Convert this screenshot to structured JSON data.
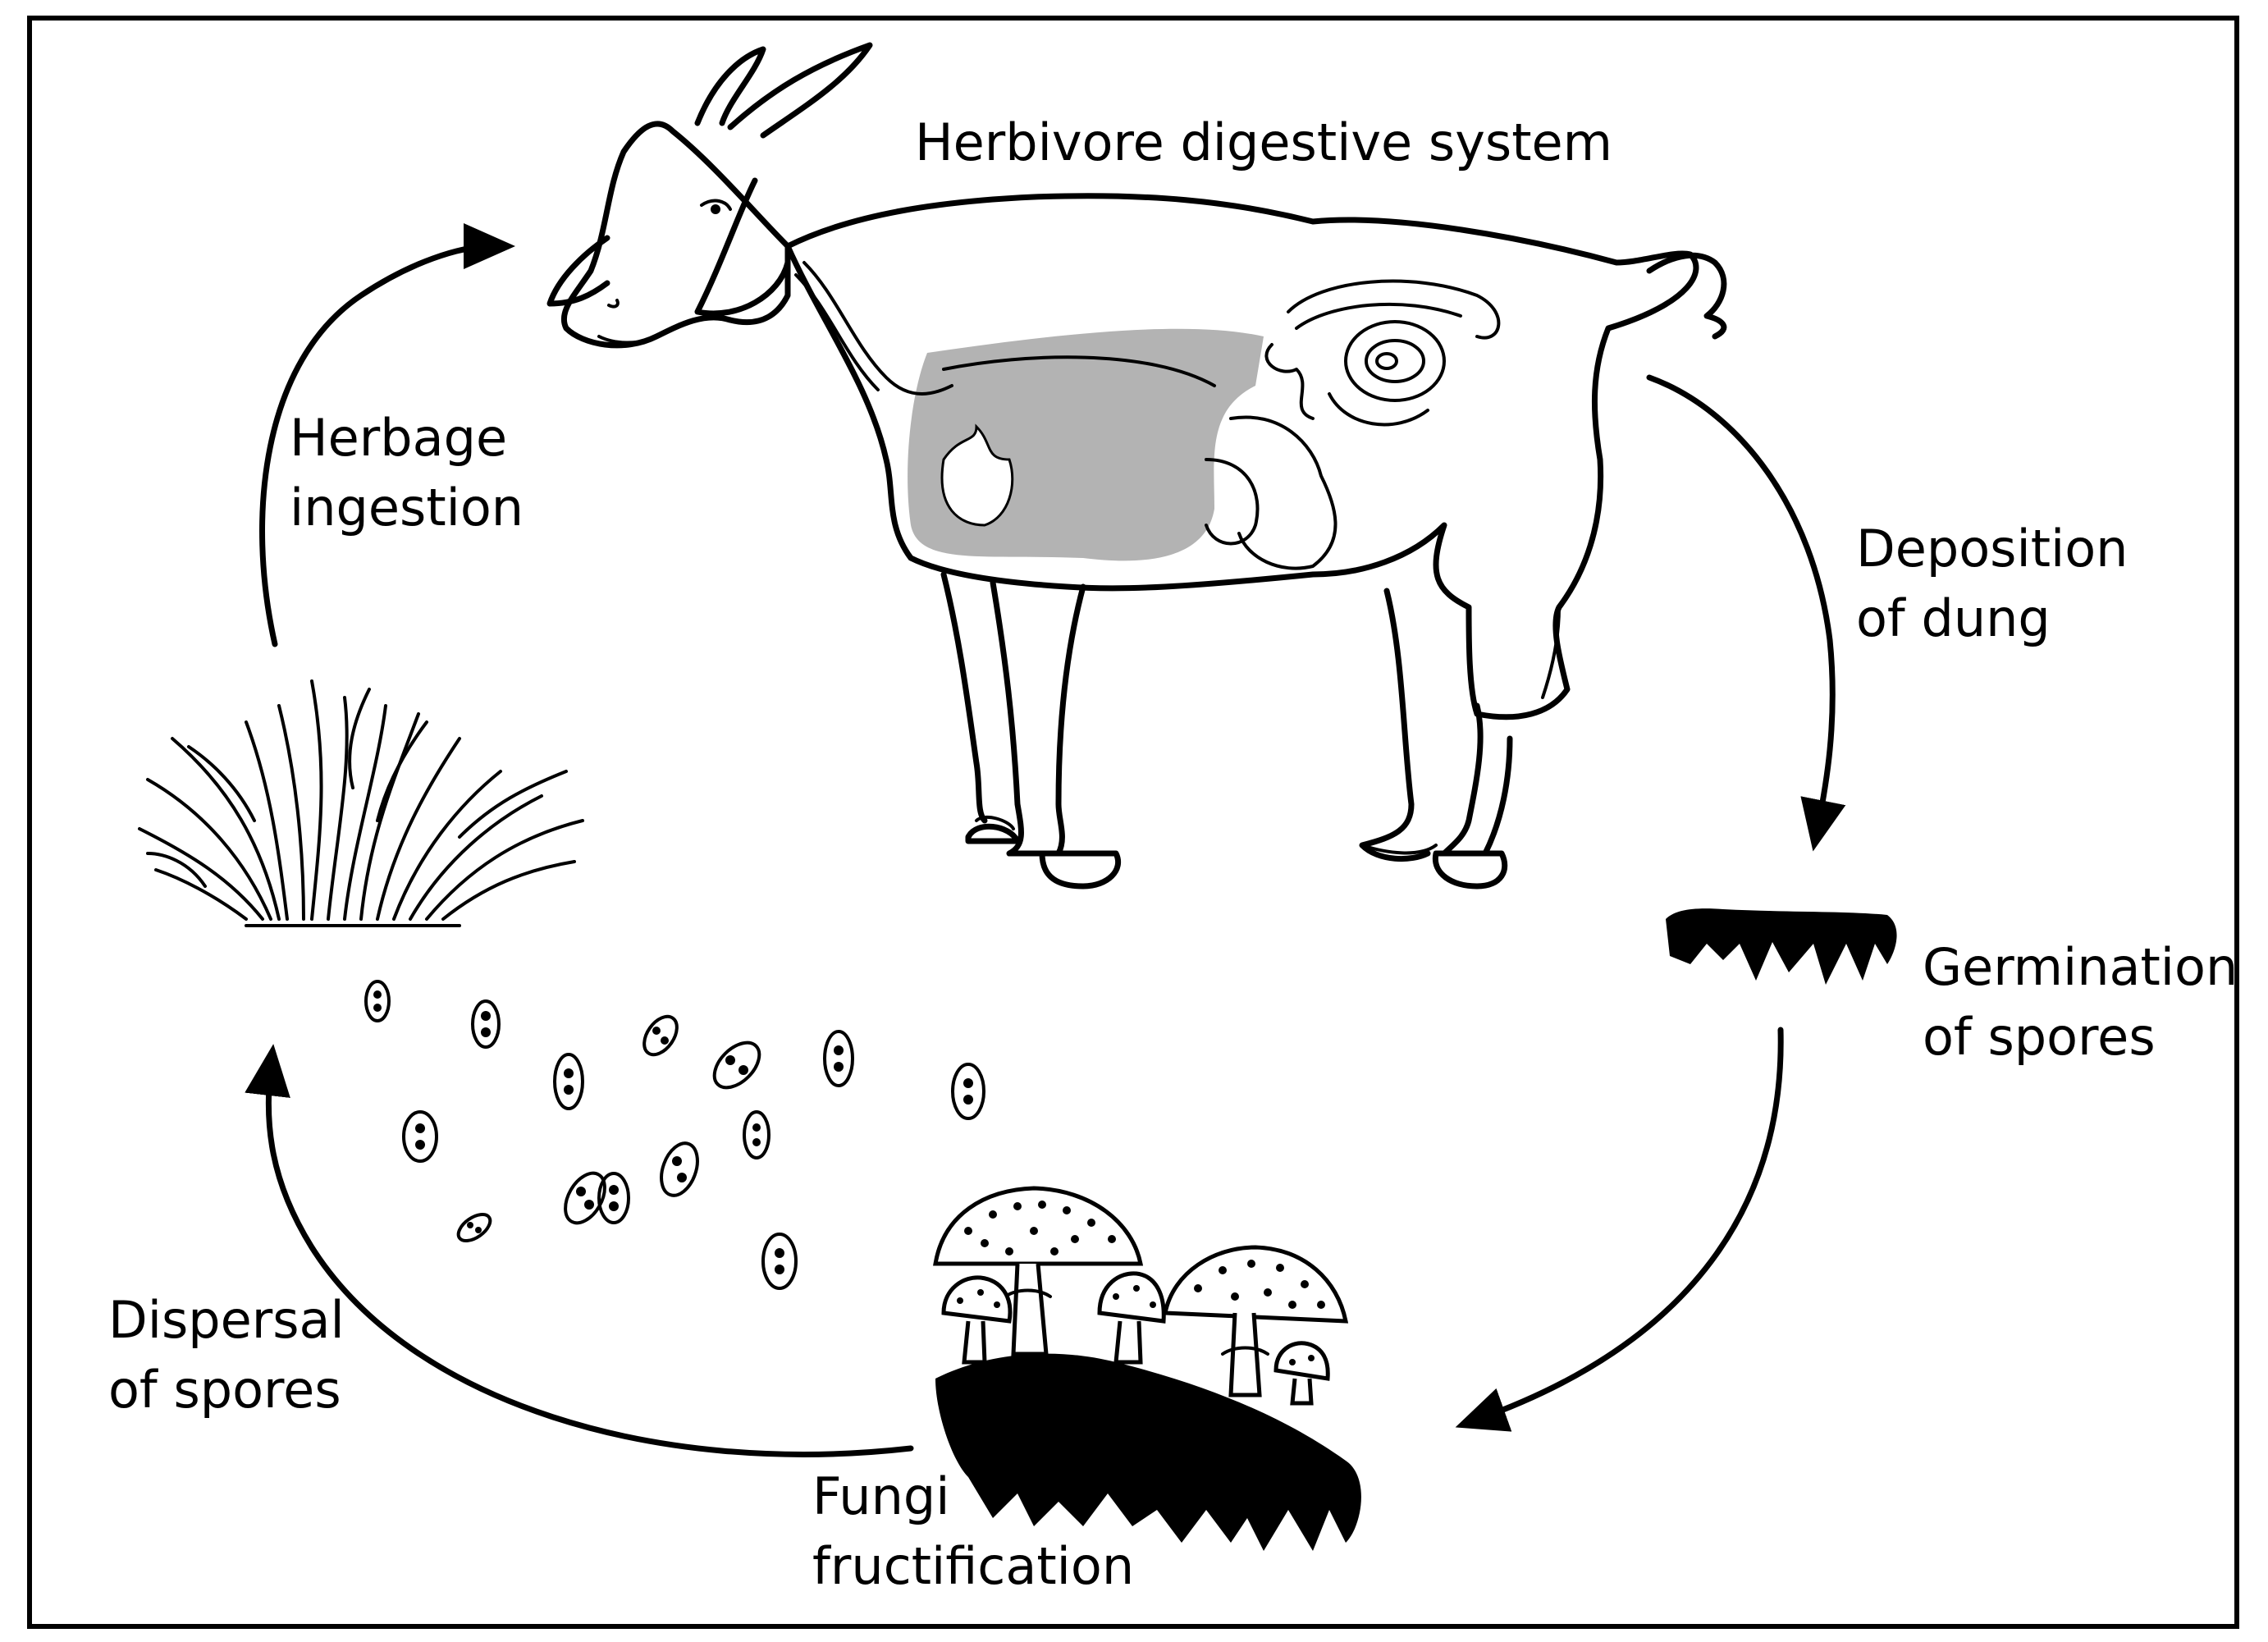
{
  "diagram": {
    "labels": {
      "herbivore": "Herbivore digestive system",
      "herbage_line1": "Herbage",
      "herbage_line2": "ingestion",
      "deposition_line1": "Deposition",
      "deposition_line2": "of dung",
      "germination_line1": "Germination",
      "germination_line2": "of spores",
      "fungi_line1": "Fungi",
      "fungi_line2": "fructification",
      "dispersal_line1": "Dispersal",
      "dispersal_line2": "of spores"
    },
    "colors": {
      "ink": "#000000",
      "digestive_fill": "#b3b3b3",
      "background": "#ffffff"
    },
    "icons": [
      "goat",
      "grass-tuft",
      "dung-pat",
      "mushrooms",
      "spores",
      "cycle-arrows"
    ]
  }
}
